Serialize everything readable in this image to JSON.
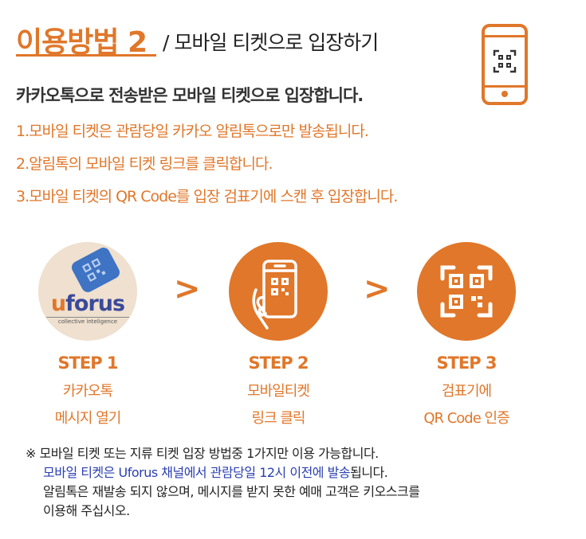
{
  "header": {
    "title_main": "이용방법 2",
    "title_sub": "/ 모바일 티켓으로 입장하기"
  },
  "subtitle": "카카오톡으로 전송받은 모바일 티켓으로  입장합니다.",
  "instructions": [
    "1.모바일 티켓은 관람당일 카카오 알림톡으로만 발송됩니다.",
    "2.알림톡의 모바일 티켓 링크를 클릭합니다.",
    "3.모바일 티켓의 QR Code를  입장 검표기에 스캔 후 입장합니다."
  ],
  "logo": {
    "u": "u",
    "rest": "forus",
    "tagline": "collective inteligence"
  },
  "arrows": [
    ">",
    ">"
  ],
  "steps": [
    {
      "label": "STEP 1",
      "desc1": "카카오톡",
      "desc2": "메시지 열기",
      "icon": "uforus-ticket-logo"
    },
    {
      "label": "STEP 2",
      "desc1": "모바일티켓",
      "desc2": "링크  클릭",
      "icon": "hand-phone-qr-icon"
    },
    {
      "label": "STEP 3",
      "desc1": "검표기에",
      "desc2": "QR Code 인증",
      "icon": "qr-scan-icon"
    }
  ],
  "notice": {
    "line1": "※ 모바일 티켓 또는 지류 티켓 입장 방법중 1가지만 이용 가능합니다.",
    "line2_blue": "모바일 티켓은 Uforus 채널에서 관람당일 12시 이전에 발송",
    "line2_rest": "됩니다.",
    "line3": "알림톡은 재발송 되지 않으며,  메시지를 받지 못한  예매 고객은  키오스크를",
    "line4": "이용해 주십시오."
  },
  "colors": {
    "accent": "#e0772a",
    "blue": "#2a3fb0",
    "logo_bg": "#efe0cf"
  }
}
